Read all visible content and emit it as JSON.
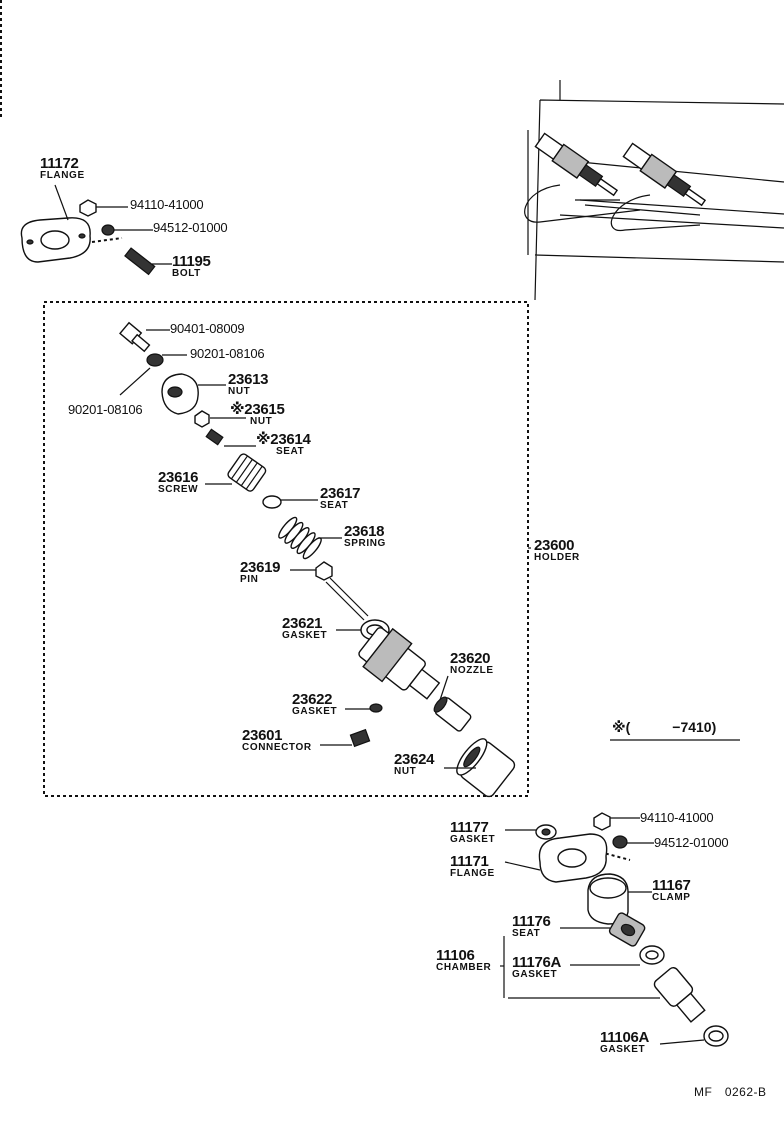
{
  "diagram": {
    "parts": [
      {
        "id": "11172",
        "pn": "11172",
        "name": "FLANGE"
      },
      {
        "id": "94110-41000-a",
        "pn": "94110-41000",
        "name": ""
      },
      {
        "id": "94512-01000-a",
        "pn": "94512-01000",
        "name": ""
      },
      {
        "id": "11195",
        "pn": "11195",
        "name": "BOLT"
      },
      {
        "id": "90401-08009",
        "pn": "90401-08009",
        "name": ""
      },
      {
        "id": "90201-08106-a",
        "pn": "90201-08106",
        "name": ""
      },
      {
        "id": "90201-08106-b",
        "pn": "90201-08106",
        "name": ""
      },
      {
        "id": "23613",
        "pn": "23613",
        "name": "NUT"
      },
      {
        "id": "23615",
        "pn": "※23615",
        "name": "NUT"
      },
      {
        "id": "23614",
        "pn": "※23614",
        "name": "SEAT"
      },
      {
        "id": "23616",
        "pn": "23616",
        "name": "SCREW"
      },
      {
        "id": "23617",
        "pn": "23617",
        "name": "SEAT"
      },
      {
        "id": "23618",
        "pn": "23618",
        "name": "SPRING"
      },
      {
        "id": "23619",
        "pn": "23619",
        "name": "PIN"
      },
      {
        "id": "23621",
        "pn": "23621",
        "name": "GASKET"
      },
      {
        "id": "23620",
        "pn": "23620",
        "name": "NOZZLE"
      },
      {
        "id": "23622",
        "pn": "23622",
        "name": "GASKET"
      },
      {
        "id": "23601",
        "pn": "23601",
        "name": "CONNECTOR"
      },
      {
        "id": "23624",
        "pn": "23624",
        "name": "NUT"
      },
      {
        "id": "23600",
        "pn": "23600",
        "name": "HOLDER"
      },
      {
        "id": "11177",
        "pn": "11177",
        "name": "GASKET"
      },
      {
        "id": "94110-41000-b",
        "pn": "94110-41000",
        "name": ""
      },
      {
        "id": "94512-01000-b",
        "pn": "94512-01000",
        "name": ""
      },
      {
        "id": "11171",
        "pn": "11171",
        "name": "FLANGE"
      },
      {
        "id": "11167",
        "pn": "11167",
        "name": "CLAMP"
      },
      {
        "id": "11176",
        "pn": "11176",
        "name": "SEAT"
      },
      {
        "id": "11106",
        "pn": "11106",
        "name": "CHAMBER"
      },
      {
        "id": "11176A",
        "pn": "11176A",
        "name": "GASKET"
      },
      {
        "id": "11106A",
        "pn": "11106A",
        "name": "GASKET"
      }
    ],
    "note": "※(　　　−7410)",
    "footer": "MF　0262-B"
  }
}
